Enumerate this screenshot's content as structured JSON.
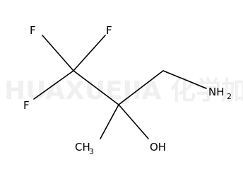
{
  "molecule": {
    "atoms": {
      "f_top_left": "F",
      "f_top_right": "F",
      "f_left": "F",
      "nh2": "NH",
      "nh2_sub": "2",
      "ch3": "CH",
      "ch3_sub": "3",
      "oh": "OH"
    }
  },
  "watermark": {
    "text": "HUAXUEJIA 化学加"
  }
}
